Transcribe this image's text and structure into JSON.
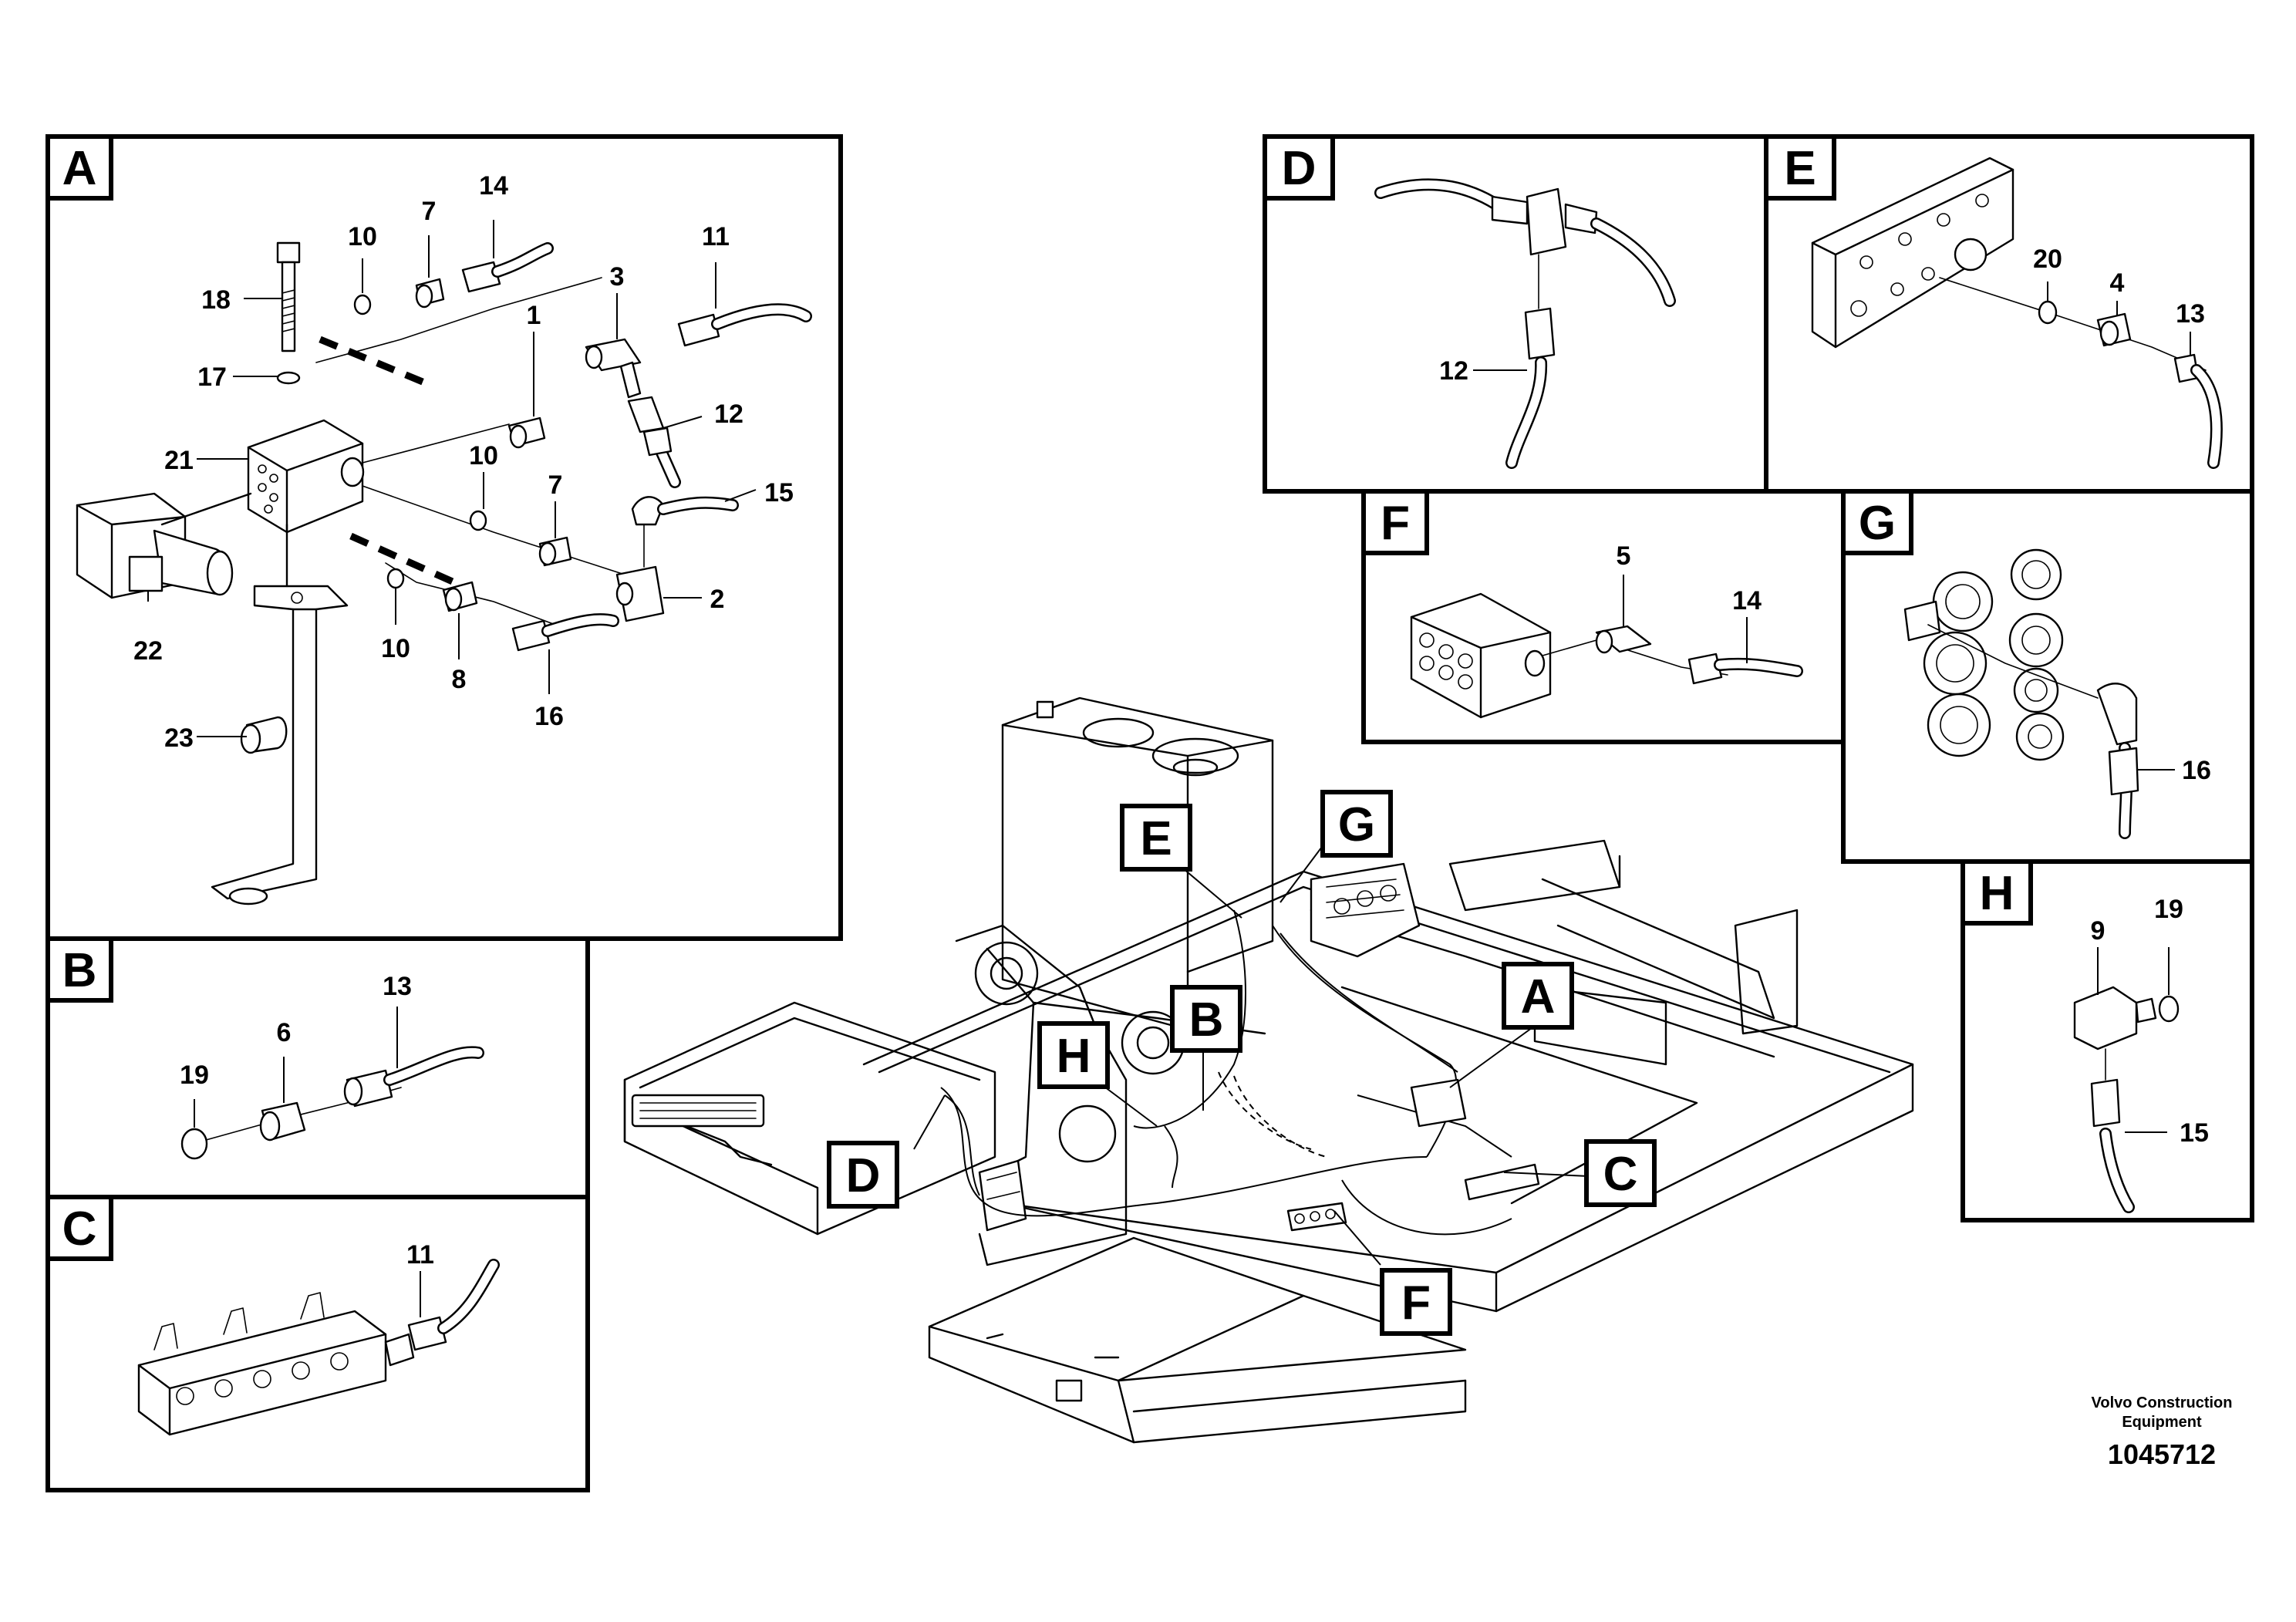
{
  "panels": {
    "A": {
      "letter": "A",
      "callouts": [
        "14",
        "7",
        "10",
        "11",
        "3",
        "18",
        "1",
        "17",
        "12",
        "21",
        "10",
        "15",
        "7",
        "2",
        "22",
        "10",
        "8",
        "16",
        "23"
      ]
    },
    "B": {
      "letter": "B",
      "callouts": [
        "13",
        "6",
        "19"
      ]
    },
    "C": {
      "letter": "C",
      "callouts": [
        "11"
      ]
    },
    "D": {
      "letter": "D",
      "callouts": [
        "12"
      ]
    },
    "E": {
      "letter": "E",
      "callouts": [
        "20",
        "4",
        "13"
      ]
    },
    "F": {
      "letter": "F",
      "callouts": [
        "5",
        "14"
      ]
    },
    "G": {
      "letter": "G",
      "callouts": [
        "16"
      ]
    },
    "H": {
      "letter": "H",
      "callouts": [
        "9",
        "19",
        "15"
      ]
    }
  },
  "main_view": {
    "detail_markers": [
      "E",
      "G",
      "B",
      "A",
      "H",
      "D",
      "C",
      "F"
    ]
  },
  "footer": {
    "credit_line1": "Volvo Construction",
    "credit_line2": "Equipment",
    "document_id": "1045712"
  }
}
